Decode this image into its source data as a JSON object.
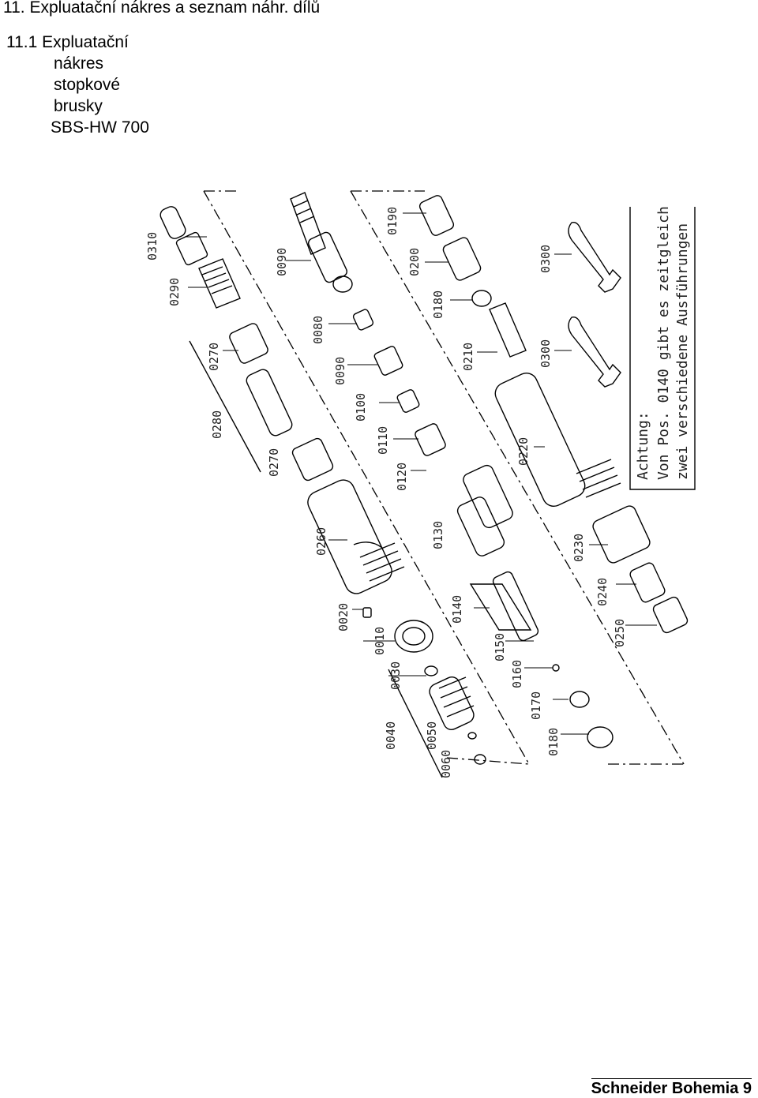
{
  "heading": "11.  Expluatační nákres a seznam náhr. dílů",
  "subheading": {
    "number": "11.1 Expluatační",
    "line2": "nákres",
    "line3": "stopkové",
    "line4": "brusky",
    "line5": "SBS-HW 700"
  },
  "drawing": {
    "part_labels": [
      "0310",
      "0290",
      "0270",
      "0280",
      "0270",
      "0260",
      "0020",
      "0010",
      "0030",
      "0040",
      "0050",
      "0060",
      "0090",
      "0080",
      "0090",
      "0100",
      "0110",
      "0120",
      "0130",
      "0140",
      "0150",
      "0160",
      "0170",
      "0180",
      "0190",
      "0200",
      "0180",
      "0210",
      "0220",
      "0230",
      "0240",
      "0250",
      "0300",
      "0300"
    ],
    "note": {
      "line1": "Achtung:",
      "line2": "Von Pos. 0140 gibt es zeitgleich",
      "line3": "zwei verschiedene Ausführungen"
    }
  },
  "footer": "Schneider Bohemia 9"
}
